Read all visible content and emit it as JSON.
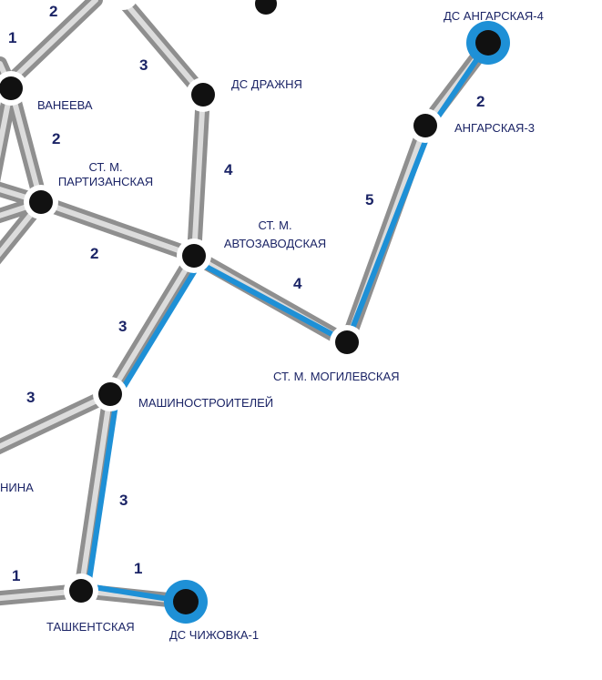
{
  "map": {
    "highlight_color": "#1e90d6",
    "text_color": "#1b2466",
    "road_outer_color": "#8f8f8f",
    "road_inner_color": "#dcdcdc",
    "stops": {
      "ds_angarskaya_4": "ДС АНГАРСКАЯ-4",
      "angarskaya_3": "АНГАРСКАЯ-3",
      "ds_drazhnya": "ДС ДРАЖНЯ",
      "vaneeva": "ВАНЕЕВА",
      "partizanskaya_1": "СТ. М.",
      "partizanskaya_2": "ПАРТИЗАНСКАЯ",
      "avtozavodskaya_1": "СТ. М.",
      "avtozavodskaya_2": "АВТОЗАВОДСКАЯ",
      "mogilevskaya": "СТ. М. МОГИЛЕВСКАЯ",
      "mashinostroiteley": "МАШИНОСТРОИТЕЛЕЙ",
      "nina_partial": "НИНА",
      "tashkentskaya": "ТАШКЕНТСКАЯ",
      "ds_chizhovka_1": "ДС ЧИЖОВКА-1"
    },
    "segment_values": {
      "top_left_2": "2",
      "left_1": "1",
      "top_3": "3",
      "vaneeva_partizanskaya": "2",
      "drazhnya_avtozavodskaya": "4",
      "angarskaya4_angarskaya3": "2",
      "angarskaya3_mogilevskaya": "5",
      "partizanskaya_avtozavodskaya": "2",
      "avtozavodskaya_mogilevskaya": "4",
      "avtozavodskaya_mashinostroiteley": "3",
      "left_to_mashinostroiteley": "3",
      "mashinostroiteley_tashkentskaya": "3",
      "left_to_tashkentskaya": "1",
      "tashkentskaya_chizhovka": "1"
    }
  }
}
